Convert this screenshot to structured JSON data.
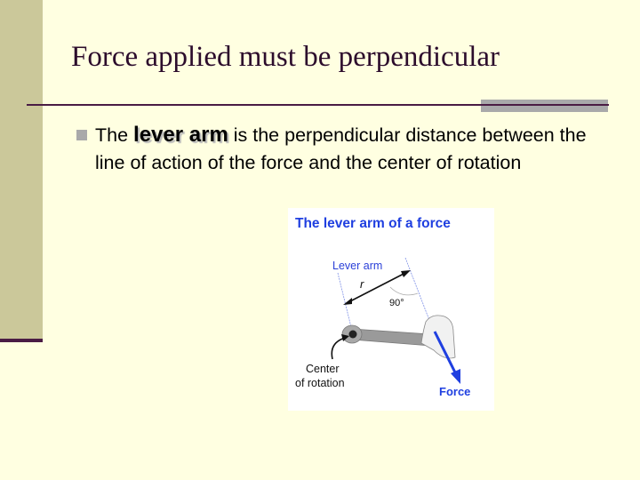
{
  "slide": {
    "title": "Force applied must be perpendicular",
    "bullet": {
      "prefix": "The ",
      "emphasis": "lever arm",
      "suffix": " is the perpendicular distance between the line of action of the force and the center of rotation"
    },
    "figure": {
      "title": "The lever arm of a force",
      "lever_arm_label": "Lever arm",
      "r_label": "r",
      "angle_label": "90°",
      "center_label_line1": "Center",
      "center_label_line2": "of rotation",
      "force_label": "Force"
    }
  },
  "colors": {
    "background": "#ffffe1",
    "sidebar": "#cbc89a",
    "title": "#2c0c2c",
    "accent_gray": "#a9a9aa",
    "figure_blue": "#1f3fe0"
  }
}
